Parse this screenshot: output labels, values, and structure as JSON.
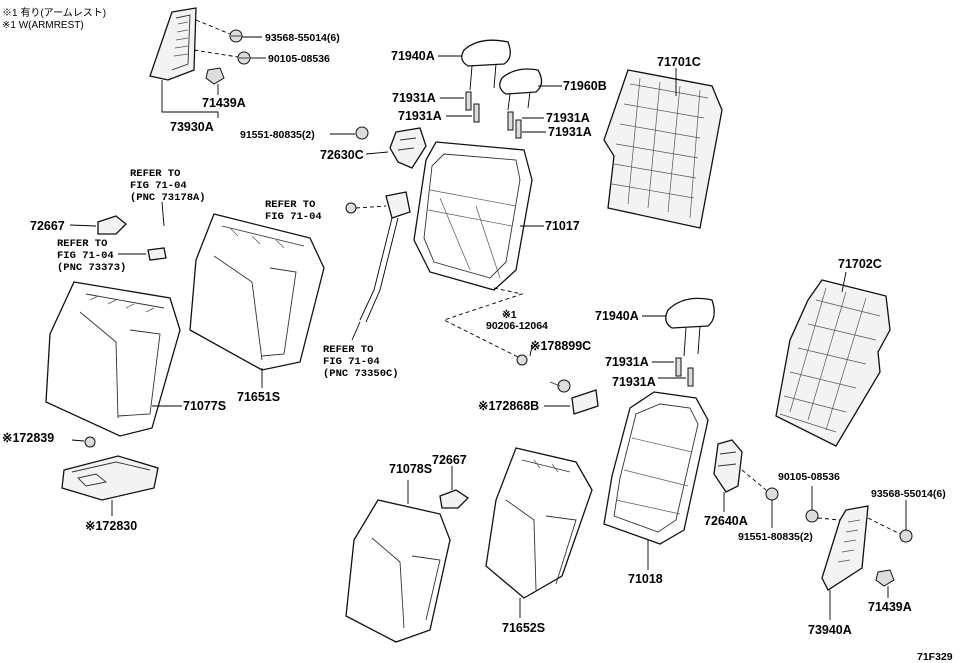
{
  "notes": {
    "note1": "※1 有り(アームレスト)",
    "note2": "※1 W(ARMREST)"
  },
  "figure_code": "71F329",
  "parts": {
    "p73930A": "73930A",
    "p93568_l": "93568-55014(6)",
    "p90105_l": "90105-08536",
    "p71439A_l": "71439A",
    "p91551_l": "91551-80835(2)",
    "p72630C": "72630C",
    "p71940A_l": "71940A",
    "p71960B": "71960B",
    "p71931A_1": "71931A",
    "p71931A_2": "71931A",
    "p71931A_3": "71931A",
    "p71931A_4": "71931A",
    "p71701C": "71701C",
    "p71017": "71017",
    "p72667_l": "72667",
    "p71077S": "71077S",
    "p71651S": "71651S",
    "p172839": "※172839",
    "p172830": "※172830",
    "p90206_note": "※1",
    "p90206": "90206-12064",
    "p178899C": "※178899C",
    "p172868B": "※172868B",
    "p71940A_r": "71940A",
    "p71931A_5": "71931A",
    "p71931A_6": "71931A",
    "p71702C": "71702C",
    "p71078S": "71078S",
    "p72667_r": "72667",
    "p71652S": "71652S",
    "p71018": "71018",
    "p72640A": "72640A",
    "p90105_r": "90105-08536",
    "p91551_r": "91551-80835(2)",
    "p93568_r": "93568-55014(6)",
    "p71439A_r": "71439A",
    "p73940A": "73940A"
  },
  "refs": {
    "r1_a": "REFER TO",
    "r1_b": "FIG 71-04",
    "r1_c": "(PNC 73178A)",
    "r2_a": "REFER TO",
    "r2_b": "FIG 71-04",
    "r2_c": "(PNC 73373)",
    "r3_a": "REFER TO",
    "r3_b": "FIG 71-04",
    "r4_a": "REFER TO",
    "r4_b": "FIG 71-04",
    "r4_c": "(PNC 73350C)"
  }
}
